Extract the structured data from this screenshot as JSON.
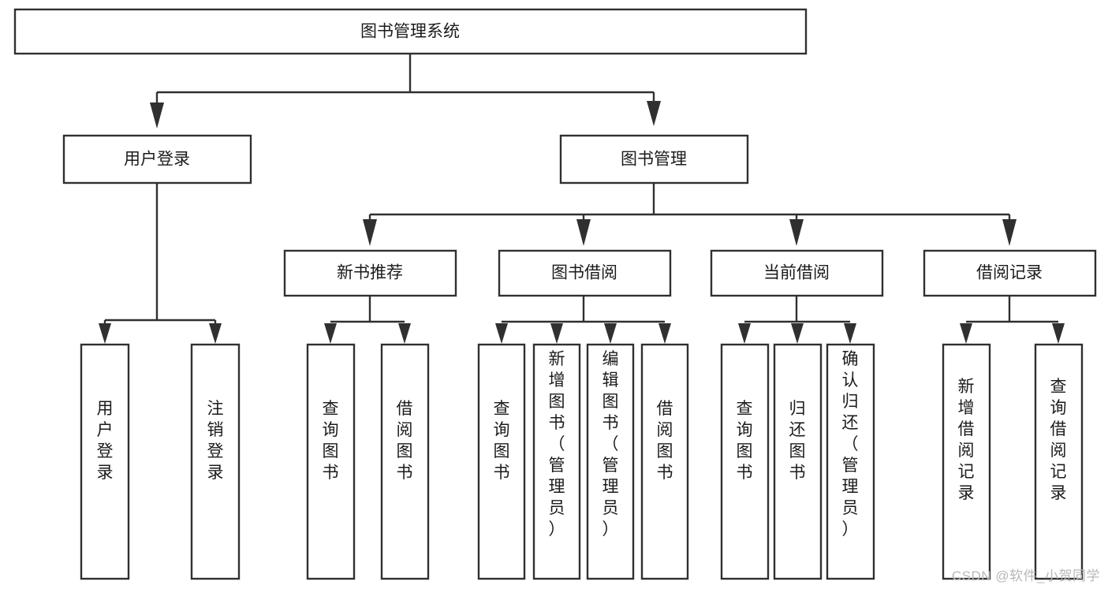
{
  "diagram": {
    "type": "tree-hierarchy-chart",
    "title": "图书管理系统",
    "watermark": "CSDN @软件_小贺同学",
    "colors": {
      "stroke": "#303030",
      "fill": "#ffffff",
      "text": "#1b1b1b",
      "watermark": "#b8b8b8"
    },
    "levels": [
      {
        "index": 0,
        "name": "root"
      },
      {
        "index": 1,
        "name": "modules"
      },
      {
        "index": 2,
        "name": "submodules"
      },
      {
        "index": 3,
        "name": "functions"
      }
    ],
    "nodes": {
      "root": {
        "label": "图书管理系统",
        "orientation": "horizontal"
      },
      "level1": [
        {
          "id": "user-login",
          "label": "用户登录",
          "orientation": "horizontal"
        },
        {
          "id": "book-manage",
          "label": "图书管理",
          "orientation": "horizontal"
        }
      ],
      "level2": [
        {
          "id": "new-book-recommend",
          "label": "新书推荐",
          "orientation": "horizontal",
          "parent": "book-manage"
        },
        {
          "id": "book-borrow",
          "label": "图书借阅",
          "orientation": "horizontal",
          "parent": "book-manage"
        },
        {
          "id": "current-borrow",
          "label": "当前借阅",
          "orientation": "horizontal",
          "parent": "book-manage"
        },
        {
          "id": "borrow-record",
          "label": "借阅记录",
          "orientation": "horizontal",
          "parent": "book-manage"
        }
      ],
      "leaves": [
        {
          "id": "leaf-user-login",
          "label": "用户登录",
          "orientation": "vertical",
          "parent": "user-login"
        },
        {
          "id": "leaf-user-logout",
          "label": "注销登录",
          "orientation": "vertical",
          "parent": "user-login"
        },
        {
          "id": "leaf-query-book-1",
          "label": "查询图书",
          "orientation": "vertical",
          "parent": "new-book-recommend"
        },
        {
          "id": "leaf-borrow-book-1",
          "label": "借阅图书",
          "orientation": "vertical",
          "parent": "new-book-recommend"
        },
        {
          "id": "leaf-query-book-2",
          "label": "查询图书",
          "orientation": "vertical",
          "parent": "book-borrow"
        },
        {
          "id": "leaf-add-book",
          "label": "新增图书（管理员）",
          "orientation": "vertical",
          "parent": "book-borrow"
        },
        {
          "id": "leaf-edit-book",
          "label": "编辑图书（管理员）",
          "orientation": "vertical",
          "parent": "book-borrow"
        },
        {
          "id": "leaf-borrow-book-2",
          "label": "借阅图书",
          "orientation": "vertical",
          "parent": "book-borrow"
        },
        {
          "id": "leaf-query-book-3",
          "label": "查询图书",
          "orientation": "vertical",
          "parent": "current-borrow"
        },
        {
          "id": "leaf-return-book",
          "label": "归还图书",
          "orientation": "vertical",
          "parent": "current-borrow"
        },
        {
          "id": "leaf-confirm-return",
          "label": "确认归还（管理员）",
          "orientation": "vertical",
          "parent": "current-borrow"
        },
        {
          "id": "leaf-add-record",
          "label": "新增借阅记录",
          "orientation": "vertical",
          "parent": "borrow-record"
        },
        {
          "id": "leaf-query-record",
          "label": "查询借阅记录",
          "orientation": "vertical",
          "parent": "borrow-record"
        }
      ]
    }
  }
}
